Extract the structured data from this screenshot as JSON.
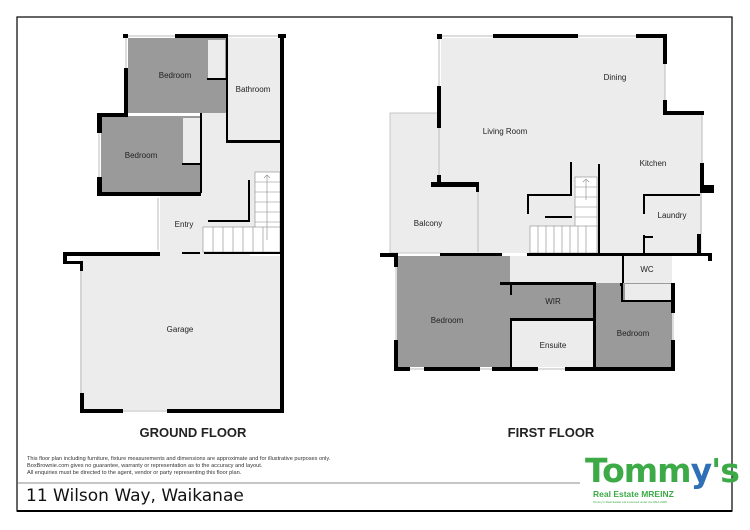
{
  "address": "11 Wilson Way, Waikanae",
  "disclaimer": [
    "This floor plan including furniture, fixture measurements and dimensions are approximate and for illustrative purposes only.",
    "BoxBrownie.com gives no guarantee, warranty or representation as to the accuracy and layout.",
    "All enquiries must be directed to the agent, vendor or party representing this floor plan."
  ],
  "ground_floor": {
    "label": "GROUND FLOOR",
    "rooms": [
      "Bedroom",
      "Bathroom",
      "Bedroom",
      "Entry",
      "Garage"
    ]
  },
  "first_floor": {
    "label": "FIRST FLOOR",
    "rooms": [
      "Dining",
      "Living Room",
      "Kitchen",
      "Balcony",
      "Laundry",
      "WC",
      "WIR",
      "Bedroom",
      "Ensuite",
      "Bedroom"
    ]
  },
  "logo": {
    "name": "Tommy's",
    "subtitle": "Real Estate MREINZ",
    "tagline": "Tommy's Real Estate Ltd Licensed under the REA 2008"
  },
  "colors": {
    "wall": "#000000",
    "bedroom_fill": "#9a9a9a",
    "room_fill": "#ececec",
    "logo_green": "#3daa48",
    "logo_blue": "#2f6fb5"
  }
}
